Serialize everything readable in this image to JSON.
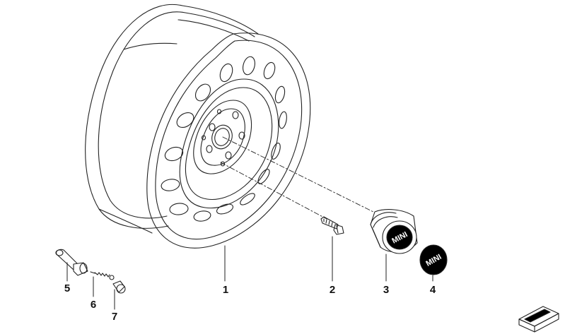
{
  "diagram": {
    "callouts": [
      {
        "id": "1",
        "label": "1"
      },
      {
        "id": "2",
        "label": "2"
      },
      {
        "id": "3",
        "label": "3"
      },
      {
        "id": "4",
        "label": "4"
      },
      {
        "id": "5",
        "label": "5"
      },
      {
        "id": "6",
        "label": "6"
      },
      {
        "id": "7",
        "label": "7"
      }
    ],
    "cap_logo": "MINI",
    "emblem_logo": "MINI"
  }
}
